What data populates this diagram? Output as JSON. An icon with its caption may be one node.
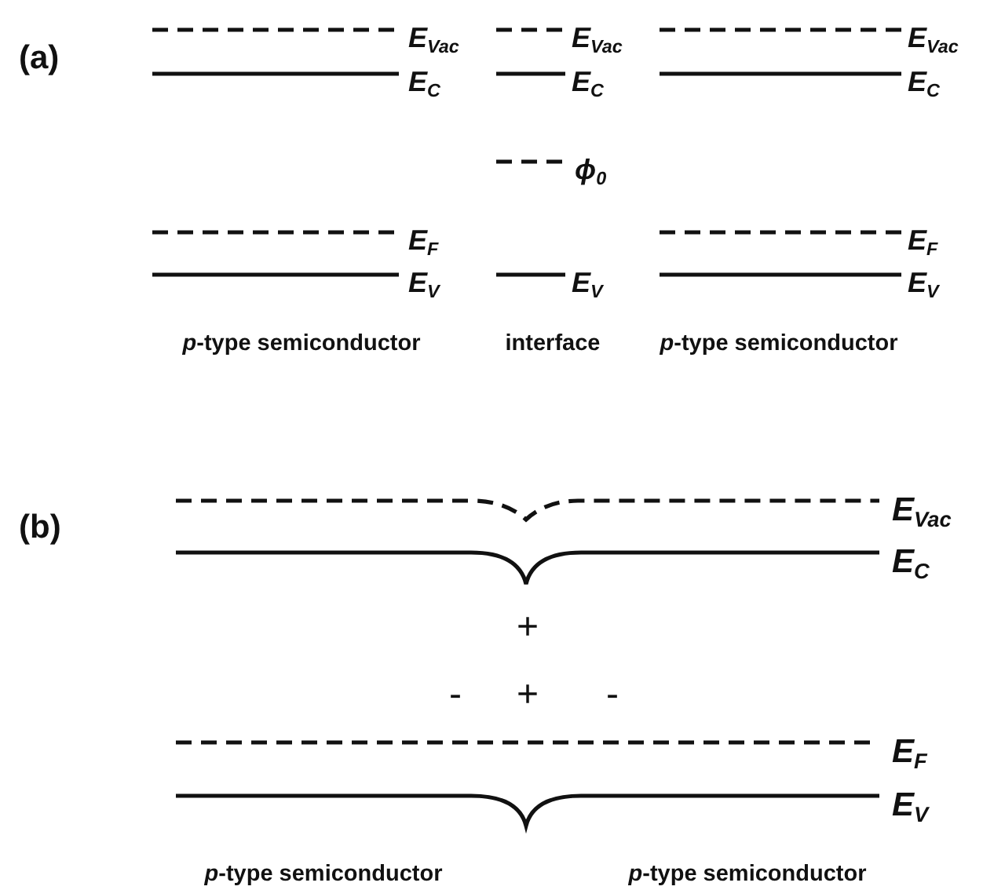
{
  "diagram": {
    "labels": [
      "(a)",
      "E$_{Vac}$",
      "E$_{Vac}$",
      "E$_{Vac}$",
      "E$_{C}$",
      "E$_{C}$",
      "E$_{C}$",
      "ϕ$_{0}$",
      "E$_{F}$",
      "E$_{F}$",
      "E$_{V}$",
      "E$_{V}$",
      "E$_{V}$",
      "*p*-type semiconductor",
      "interface",
      "*p*-type semiconductor",
      "(b)",
      "E$_{Vac}$",
      "E$_{C}$",
      "+",
      "-",
      "+",
      "-",
      "E$_{F}$",
      "E$_{V}$",
      "*p*-type semiconductor",
      "*p*-type semiconductor"
    ]
  }
}
